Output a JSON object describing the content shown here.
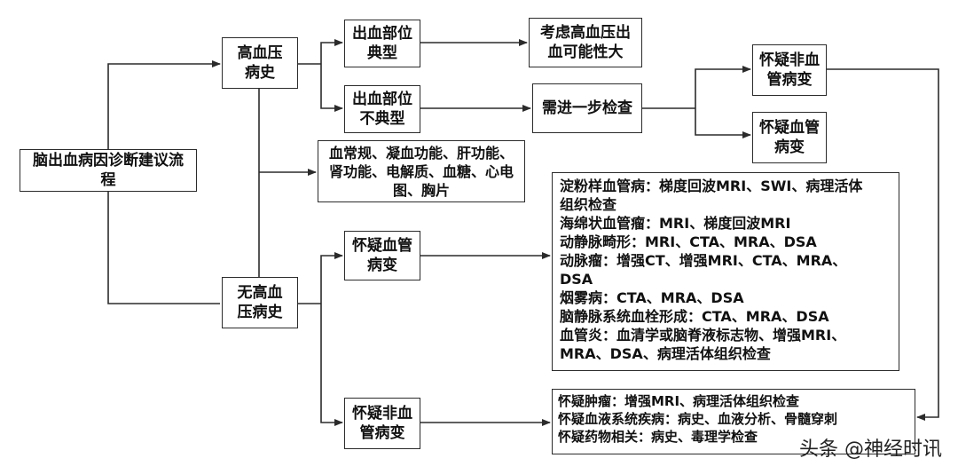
{
  "nodes": {
    "root": "脑出血病因诊断建议流\n程",
    "hypertension_history": "高血压\n病史",
    "no_hypertension_history": "无高血\n压病史",
    "typical_site": "出血部位\n典型",
    "atypical_site": "出血部位\n不典型",
    "consider_hypertensive": "考虑高血压出\n血可能性大",
    "further_exam": "需进一步检查",
    "suspect_nonvascular_top": "怀疑非血\n管病变",
    "suspect_vascular_top": "怀疑血管\n病变",
    "routine_tests": "血常规、凝血功能、肝功能、\n肾功能、电解质、血糖、心电\n图、胸片",
    "suspect_vascular": "怀疑血管\n病变",
    "suspect_nonvascular": "怀疑非血\n管病变"
  },
  "vascular_detail": [
    "淀粉样血管病：梯度回波MRI、SWI、病理活体",
    "组织检查",
    "海绵状血管瘤：MRI、梯度回波MRI",
    "动静脉畸形：MRI、CTA、MRA、DSA",
    "动脉瘤：增强CT、增强MRI、CTA、MRA、",
    "DSA",
    "烟雾病：CTA、MRA、DSA",
    "脑静脉系统血栓形成：CTA、MRA、DSA",
    "血管炎：血清学或脑脊液标志物、增强MRI、",
    "MRA、DSA、病理活体组织检查"
  ],
  "nonvascular_detail": [
    "怀疑肿瘤：增强MRI、病理活体组织检查",
    "怀疑血液系统疾病：病史、血液分析、骨髓穿刺",
    "怀疑药物相关：病史、毒理学检查"
  ],
  "watermark": {
    "prefix": "头条",
    "handle": "@神经时讯"
  }
}
